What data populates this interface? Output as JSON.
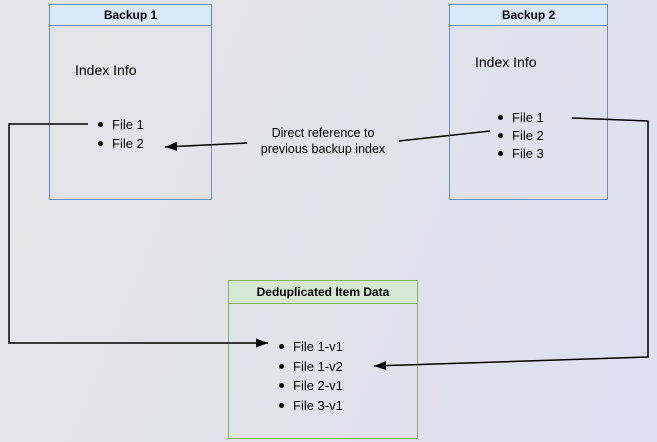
{
  "diagram": {
    "backup1": {
      "title": "Backup 1",
      "section_label": "Index Info",
      "files": [
        "File 1",
        "File 2"
      ]
    },
    "backup2": {
      "title": "Backup 2",
      "section_label": "Index Info",
      "files": [
        "File 1",
        "File 2",
        "File 3"
      ]
    },
    "dedup": {
      "title": "Deduplicated Item Data",
      "files": [
        "File 1-v1",
        "File 1-v2",
        "File 2-v1",
        "File 3-v1"
      ]
    },
    "annotation": {
      "line1": "Direct reference to",
      "line2": "previous backup index"
    },
    "colors": {
      "background_start": "#e5e4e6",
      "background_end": "#dde0f2",
      "blue_header_fill": "#dae8fc",
      "blue_border": "#6c8ebf",
      "green_header_fill": "#d5e8d4",
      "green_border": "#82b366",
      "arrow": "#000000",
      "text": "#000000"
    }
  }
}
